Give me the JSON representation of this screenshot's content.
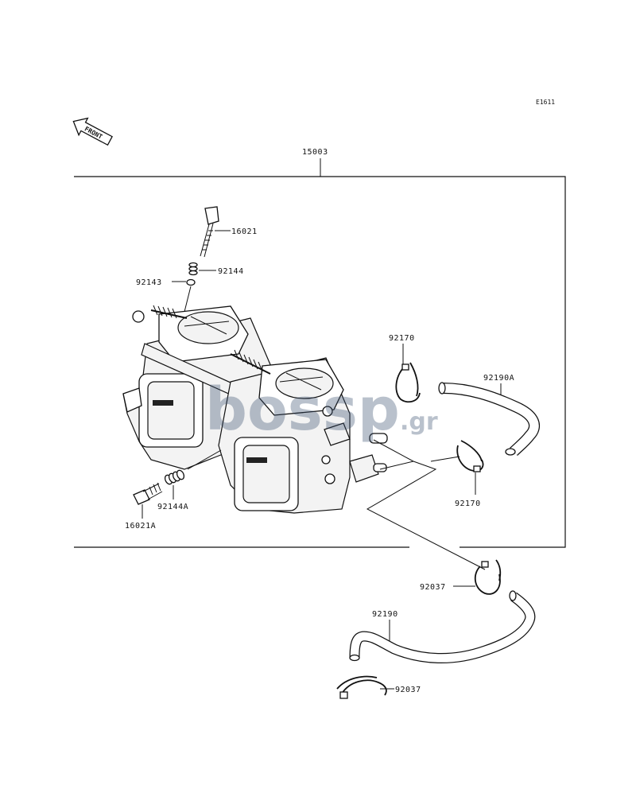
{
  "diagram_code": "E1611",
  "front_label": "FRONT",
  "assembly": "15003",
  "watermark": {
    "main": "bossp",
    "suffix": ".gr",
    "color": "#3a5070"
  },
  "parts": {
    "p16021": "16021",
    "p92144": "92144",
    "p92143": "92143",
    "p92170a": "92170",
    "p92190a": "92190A",
    "p92170b": "92170",
    "p16021a": "16021A",
    "p92144a": "92144A",
    "p92037a": "92037",
    "p92190": "92190",
    "p92037b": "92037"
  }
}
